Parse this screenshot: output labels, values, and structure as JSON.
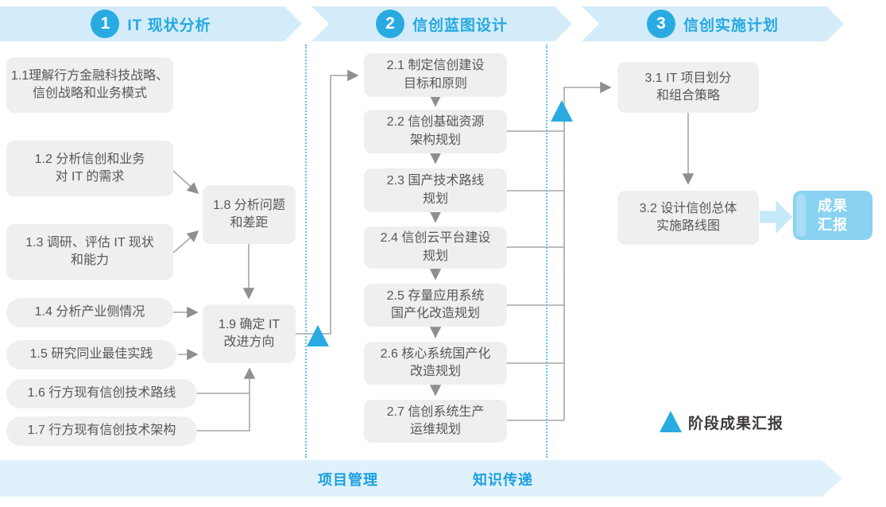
{
  "header": {
    "phases": [
      {
        "number": "1",
        "title": "IT 现状分析"
      },
      {
        "number": "2",
        "title": "信创蓝图设计"
      },
      {
        "number": "3",
        "title": "信创实施计划"
      }
    ]
  },
  "boxes": {
    "b11": "1.1理解行方金融科技战略、\n信创战略和业务模式",
    "b12": "1.2 分析信创和业务\n对 IT 的需求",
    "b13": "1.3 调研、评估 IT 现状\n和能力",
    "b14": "1.4 分析产业侧情况",
    "b15": "1.5 研究同业最佳实践",
    "b16": "1.6 行方现有信创技术路线",
    "b17": "1.7 行方现有信创技术架构",
    "b18": "1.8 分析问题\n和差距",
    "b19": "1.9 确定 IT\n改进方向",
    "b21": "2.1 制定信创建设\n目标和原则",
    "b22": "2.2 信创基础资源\n架构规划",
    "b23": "2.3 国产技术路线\n规划",
    "b24": "2.4 信创云平台建设\n规划",
    "b25": "2.5 存量应用系统\n国产化改造规划",
    "b26": "2.6 核心系统国产化\n改造规划",
    "b27": "2.7 信创系统生产\n运维规划",
    "b31": "3.1 IT 项目划分\n和组合策略",
    "b32": "3.2 设计信创总体\n实施路线图",
    "result": "成果\n汇报"
  },
  "legend": {
    "label": "阶段成果汇报"
  },
  "footer": {
    "items": [
      "项目管理",
      "知识传递"
    ]
  },
  "colors": {
    "accent_blue": "#29ABE2",
    "header_bg": "#D4ECF9",
    "header_text": "#25A9E0",
    "box_bg": "#EFEFEF",
    "box_text": "#595757",
    "connector_gray": "#A6A6A6",
    "result_box_blue": "#8AD2F2",
    "footer_bg": "#DFF2FB"
  }
}
